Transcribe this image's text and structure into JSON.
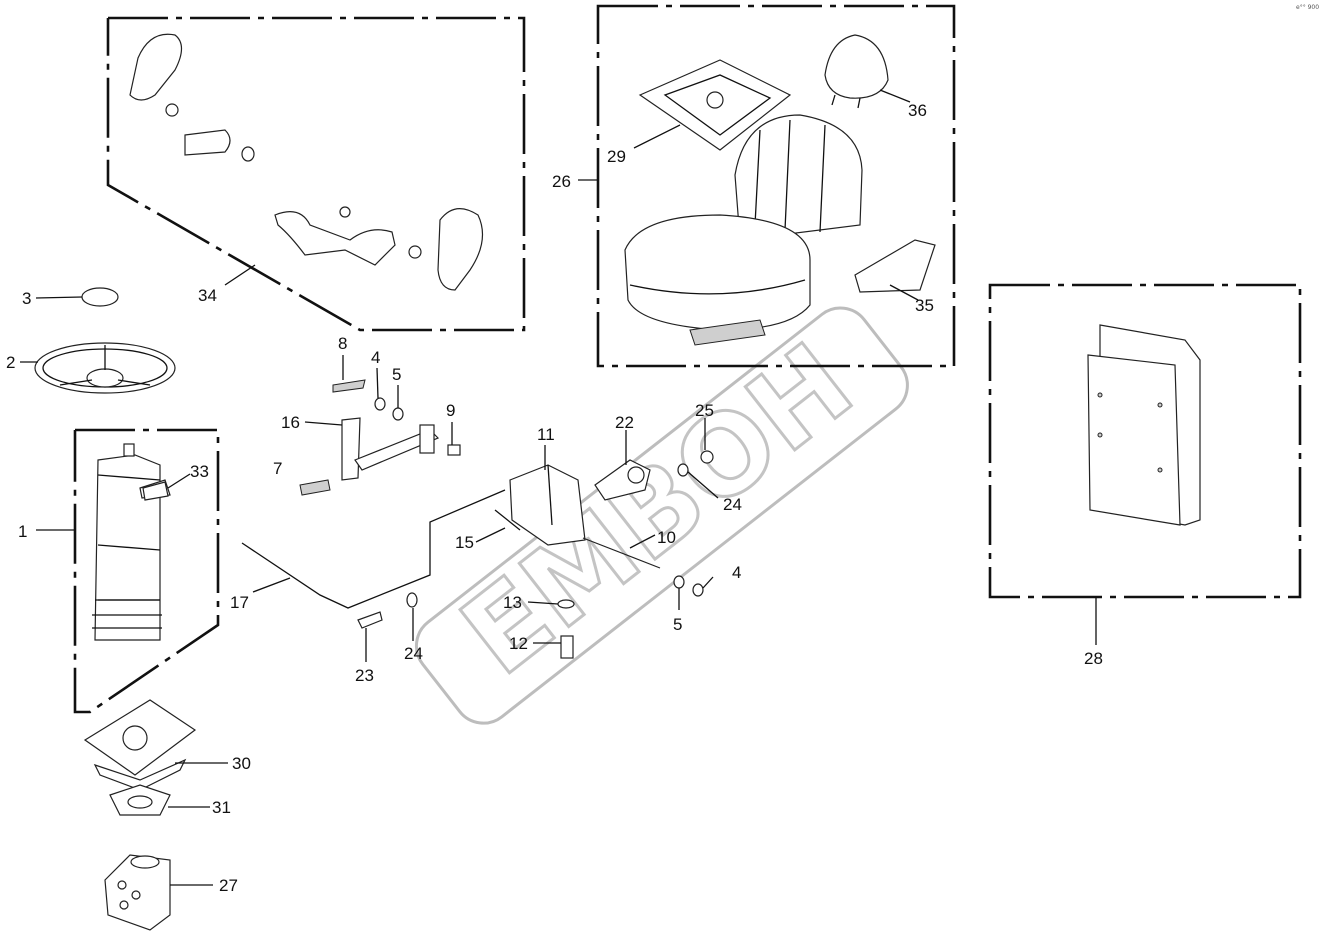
{
  "watermark": "ΕΜΒΟΗ",
  "corner_mark": "e°° 900",
  "callouts": [
    {
      "id": "c1",
      "label": "1"
    },
    {
      "id": "c2",
      "label": "2"
    },
    {
      "id": "c3",
      "label": "3"
    },
    {
      "id": "c4a",
      "label": "4"
    },
    {
      "id": "c4b",
      "label": "4"
    },
    {
      "id": "c5a",
      "label": "5"
    },
    {
      "id": "c5b",
      "label": "5"
    },
    {
      "id": "c7",
      "label": "7"
    },
    {
      "id": "c8",
      "label": "8"
    },
    {
      "id": "c9",
      "label": "9"
    },
    {
      "id": "c10",
      "label": "10"
    },
    {
      "id": "c11",
      "label": "11"
    },
    {
      "id": "c12",
      "label": "12"
    },
    {
      "id": "c13",
      "label": "13"
    },
    {
      "id": "c15",
      "label": "15"
    },
    {
      "id": "c16",
      "label": "16"
    },
    {
      "id": "c17",
      "label": "17"
    },
    {
      "id": "c22",
      "label": "22"
    },
    {
      "id": "c23",
      "label": "23"
    },
    {
      "id": "c24a",
      "label": "24"
    },
    {
      "id": "c24b",
      "label": "24"
    },
    {
      "id": "c25",
      "label": "25"
    },
    {
      "id": "c26",
      "label": "26"
    },
    {
      "id": "c27",
      "label": "27"
    },
    {
      "id": "c28",
      "label": "28"
    },
    {
      "id": "c29",
      "label": "29"
    },
    {
      "id": "c30",
      "label": "30"
    },
    {
      "id": "c31",
      "label": "31"
    },
    {
      "id": "c33",
      "label": "33"
    },
    {
      "id": "c34",
      "label": "34"
    },
    {
      "id": "c35",
      "label": "35"
    },
    {
      "id": "c36",
      "label": "36"
    }
  ]
}
